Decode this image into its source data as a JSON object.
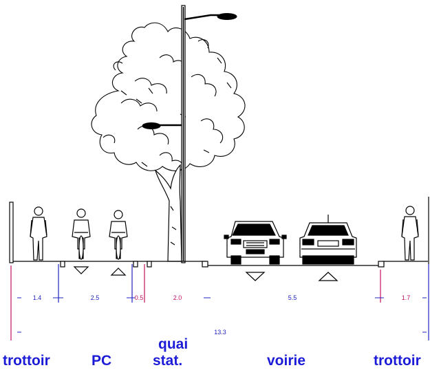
{
  "dimensions": {
    "segments": [
      {
        "label": "1.4",
        "color": "#2020c0"
      },
      {
        "label": "2.5",
        "color": "#2020c0"
      },
      {
        "label": "0.5",
        "color": "#c01060"
      },
      {
        "label": "2.0",
        "color": "#c01060"
      },
      {
        "label": "5.5",
        "color": "#2020c0"
      },
      {
        "label": "1.7",
        "color": "#c01060"
      }
    ],
    "total": {
      "label": "13.3",
      "color": "#2020c0"
    }
  },
  "zones": {
    "trottoir_left": "trottoir",
    "pc": "PC",
    "quai_line1": "quai",
    "quai_line2": "stat.",
    "voirie": "voirie",
    "trottoir_right": "trottoir"
  },
  "colors": {
    "label_blue": "#1c1cd8",
    "dim_blue": "#2020c0",
    "dim_red": "#c01060",
    "ink": "#000000"
  },
  "icons": [
    "street-lamp-icon",
    "tree-icon",
    "pedestrian-icon",
    "cyclist-icon",
    "car-front-icon",
    "car-rear-icon",
    "slope-triangle-icon"
  ]
}
